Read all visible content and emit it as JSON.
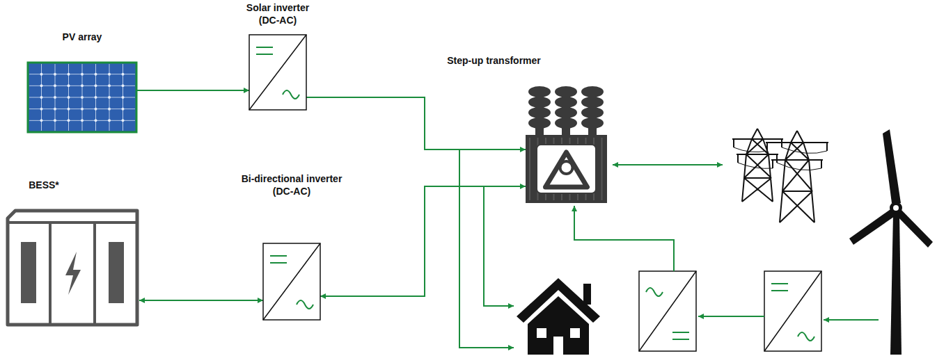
{
  "diagram": {
    "nodes": [
      {
        "text": [
          "PV array"
        ]
      },
      {
        "text": [
          "Solar inverter (DC-AC)"
        ]
      },
      {
        "text": [
          "Step-up transformer"
        ]
      },
      {
        "text": [
          "BESS*"
        ]
      },
      {
        "text": [
          "Bi-directional inverter (DC-AC)"
        ]
      }
    ],
    "edges": [
      {
        "from": 0,
        "to": 1,
        "arrow": "to"
      },
      {
        "from": 1,
        "to": 2,
        "arrow": "to"
      },
      {
        "from": 3,
        "to": 4,
        "arrow": "both"
      },
      {
        "from": 4,
        "to": 2,
        "arrow": "both"
      }
    ]
  }
}
